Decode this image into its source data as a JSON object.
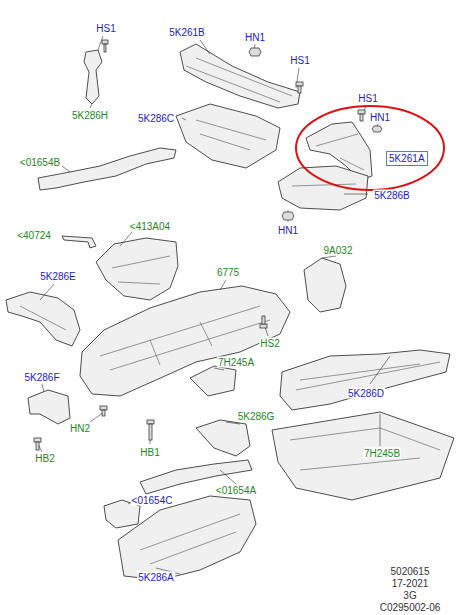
{
  "diagram": {
    "nodes": [
      {
        "text": [
          "5K261A"
        ]
      }
    ],
    "labels": [
      "HS1",
      "5K261B",
      "HN1",
      "HS1",
      "5K286H",
      "5K286C",
      "HS1",
      "HN1",
      "<01654B",
      "5K286B",
      "HN1",
      "<40724",
      "<413A04",
      "9A032",
      "5K286E",
      "6775",
      "HS2",
      "7H245A",
      "5K286F",
      "5K286D",
      "5K286G",
      "HN2",
      "HB1",
      "7H245B",
      "HB2",
      "<01654C",
      "<01654A",
      "5K286A",
      "5020615",
      "17-2021",
      "3G",
      "C0295002-06"
    ]
  }
}
